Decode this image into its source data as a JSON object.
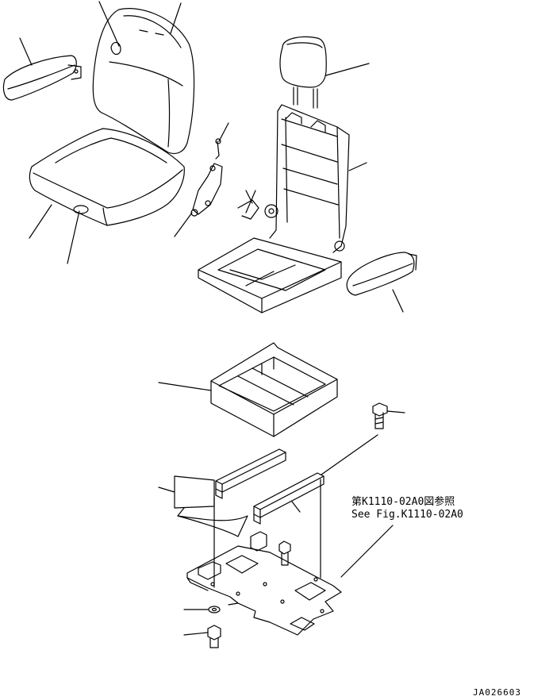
{
  "reference": {
    "line1": "第K1110-02A0図参照",
    "line2": "See Fig.K1110-02A0"
  },
  "drawing_id": "JA026603",
  "parts": [
    {
      "name": "seat-back-cushion"
    },
    {
      "name": "headrest"
    },
    {
      "name": "armrest-left"
    },
    {
      "name": "seat-cushion"
    },
    {
      "name": "recline-lever"
    },
    {
      "name": "seat-frame"
    },
    {
      "name": "armrest-right"
    },
    {
      "name": "storage-tray"
    },
    {
      "name": "bolt"
    },
    {
      "name": "seat-rail-left"
    },
    {
      "name": "seat-rail-right"
    },
    {
      "name": "mounting-plate"
    },
    {
      "name": "washer"
    },
    {
      "name": "bolt-lower"
    }
  ]
}
